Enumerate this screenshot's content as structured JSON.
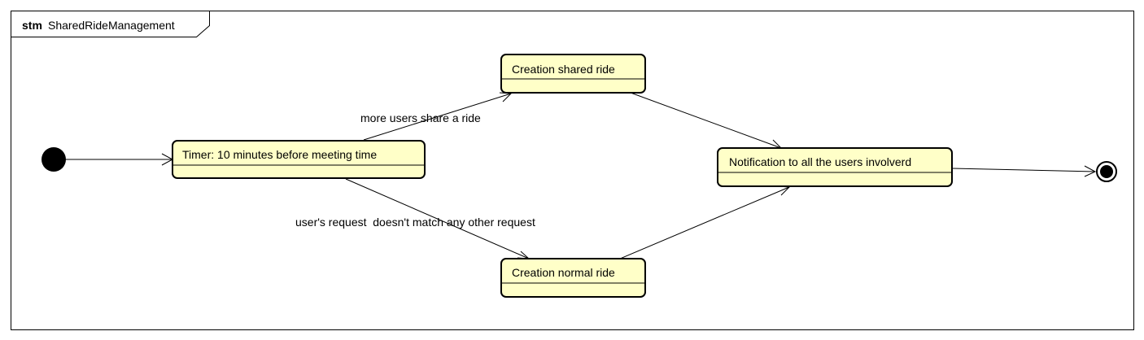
{
  "frame": {
    "kind": "stm",
    "name": "SharedRideManagement"
  },
  "states": {
    "timer": {
      "label": "Timer: 10 minutes before meeting time"
    },
    "shared": {
      "label": "Creation shared ride"
    },
    "normal": {
      "label": "Creation normal ride"
    },
    "notify": {
      "label": "Notification to all the users involverd"
    }
  },
  "transitions": {
    "to_shared": {
      "label": "more users share a ride"
    },
    "to_normal": {
      "label": "user's request  doesn't match any other request"
    }
  },
  "colors": {
    "state_fill": "#ffffc8",
    "stroke": "#000000"
  }
}
